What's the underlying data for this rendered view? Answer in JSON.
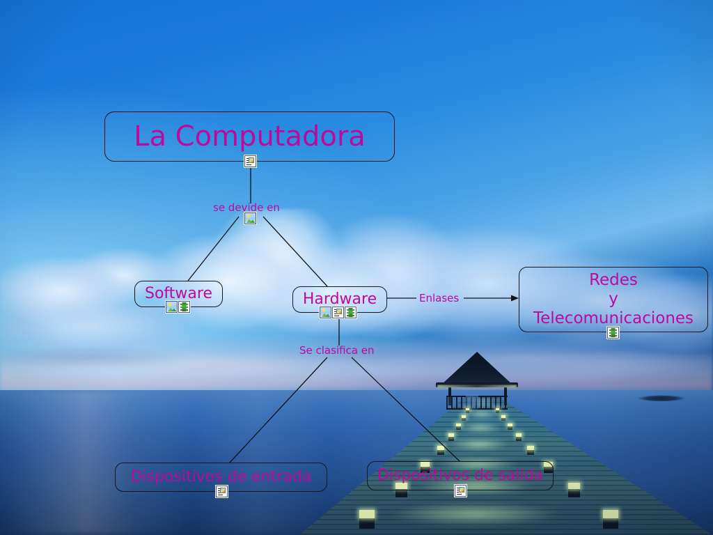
{
  "document": {
    "type": "concept-map",
    "title": "La Computadora",
    "background_image": "tropical-pier-at-dusk"
  },
  "colors": {
    "node_text": "#bd0a9e",
    "node_border": "#14161c",
    "link_line": "#11131a",
    "link_label": "#bd0a9e",
    "sky_top": "#1474d6",
    "sky_light": "#74bcee",
    "water": "#2c5fa8",
    "pier_light": "#def7cd"
  },
  "nodes": [
    {
      "id": "title",
      "label": "La Computadora",
      "resources": [
        "doc-icon"
      ]
    },
    {
      "id": "software",
      "label": "Software",
      "resources": [
        "photo-icon",
        "film-icon"
      ]
    },
    {
      "id": "hardware",
      "label": "Hardware",
      "resources": [
        "photo-icon",
        "doc-icon",
        "film-icon"
      ]
    },
    {
      "id": "redes",
      "label": "Redes\ny\nTelecomunicaciones",
      "resources": [
        "film-icon"
      ]
    },
    {
      "id": "entrada",
      "label": "Dispositivos de entrada",
      "resources": [
        "doc-icon"
      ]
    },
    {
      "id": "salida",
      "label": "Dispositivos de salida",
      "resources": [
        "doc-icon"
      ]
    }
  ],
  "link_labels": [
    {
      "id": "divide",
      "label": "se devide en",
      "from": "title",
      "to": [
        "software",
        "hardware"
      ],
      "resources": [
        "photo-icon"
      ]
    },
    {
      "id": "enlases",
      "label": "Enlases",
      "from": "hardware",
      "to": [
        "redes"
      ],
      "arrow": true,
      "resources": []
    },
    {
      "id": "clasifica",
      "label": "Se clasifica en",
      "from": "hardware",
      "to": [
        "entrada",
        "salida"
      ],
      "resources": []
    }
  ],
  "icons": {
    "photo-icon": "image/picture resource",
    "doc-icon": "text document / note resource",
    "film-icon": "video / film clip resource"
  }
}
